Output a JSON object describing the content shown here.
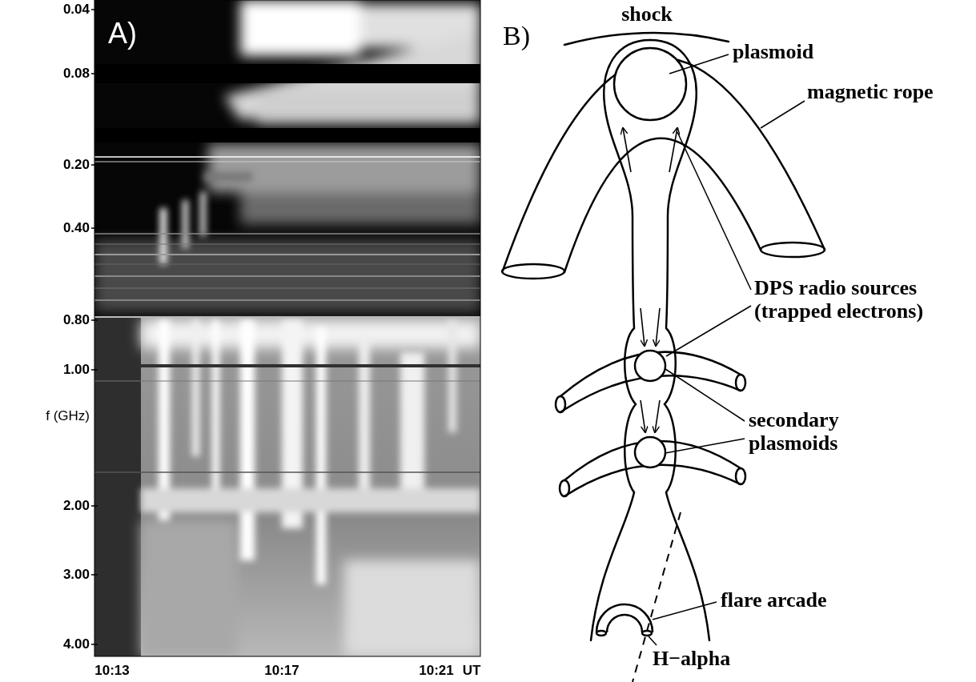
{
  "diagram": {
    "labels": [
      "A)",
      "0.04",
      "0.08",
      "0.20",
      "0.40",
      "0.80",
      "1.00",
      "f (GHz)",
      "2.00",
      "3.00",
      "4.00",
      "10:13",
      "10:17",
      "10:21",
      "UT",
      "B)",
      "shock",
      "plasmoid",
      "magnetic rope",
      "DPS radio sources (trapped electrons)",
      "secondary plasmoids",
      "flare arcade",
      "H−alpha"
    ]
  }
}
